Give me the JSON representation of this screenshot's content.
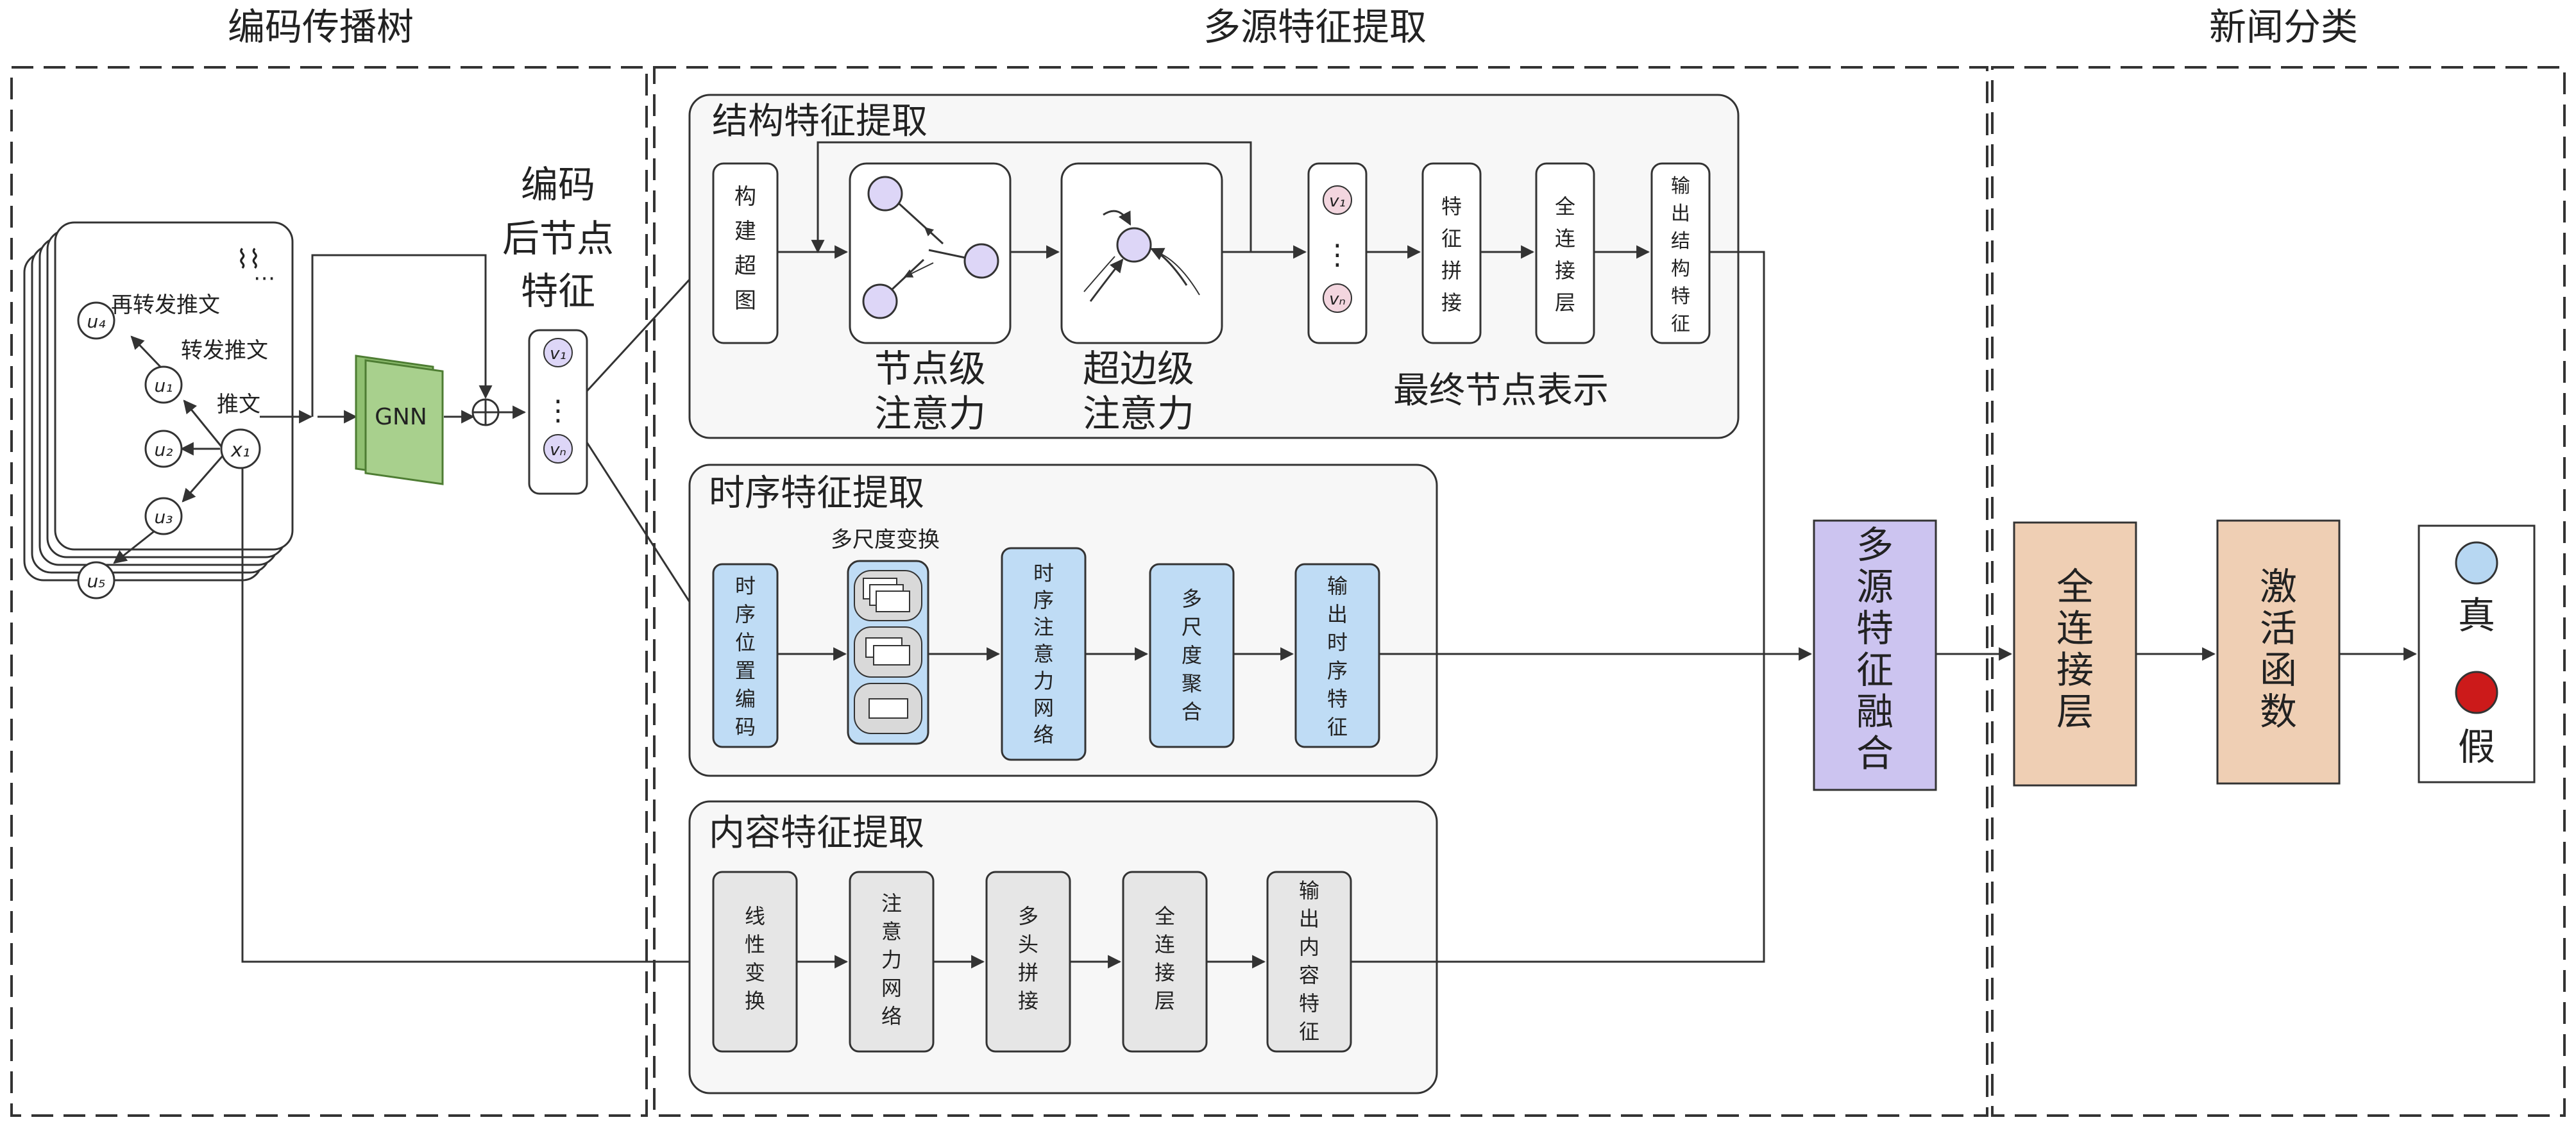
{
  "sections": {
    "encode": "编码传播树",
    "multisource": "多源特征提取",
    "classify": "新闻分类"
  },
  "tree": {
    "nodes": {
      "x1": "x₁",
      "u1": "u₁",
      "u2": "u₂",
      "u3": "u₃",
      "u4": "u₄",
      "u5": "u₅"
    },
    "labels": {
      "tweet": "推文",
      "retweet": "转发推文",
      "reretweet": "再转发推文"
    }
  },
  "gnn_label": "GNN",
  "encoded_features_label": [
    "编码",
    "后节点",
    "特征"
  ],
  "node_vector": {
    "v1": "v₁",
    "vn": "vₙ",
    "dots": "⋮"
  },
  "structural": {
    "title": "结构特征提取",
    "build_hypergraph": [
      "构",
      "建",
      "超",
      "图"
    ],
    "node_attention": [
      "节点级",
      "注意力"
    ],
    "hyperedge_attention": [
      "超边级",
      "注意力"
    ],
    "final_nodes_label": "最终节点表示",
    "concat": [
      "特",
      "征",
      "拼",
      "接"
    ],
    "fc": [
      "全",
      "连",
      "接",
      "层"
    ],
    "output": [
      "输",
      "出",
      "结",
      "构",
      "特",
      "征"
    ]
  },
  "temporal": {
    "title": "时序特征提取",
    "position_encoding": [
      "时",
      "序",
      "位",
      "置",
      "编",
      "码"
    ],
    "multiscale_label": "多尺度变换",
    "attention_net": [
      "时",
      "序",
      "注",
      "意",
      "力",
      "网",
      "络"
    ],
    "aggregation": [
      "多",
      "尺",
      "度",
      "聚",
      "合"
    ],
    "output": [
      "输",
      "出",
      "时",
      "序",
      "特",
      "征"
    ]
  },
  "content": {
    "title": "内容特征提取",
    "linear": [
      "线",
      "性",
      "变",
      "换"
    ],
    "attention_net": [
      "注",
      "意",
      "力",
      "网",
      "络"
    ],
    "multihead": [
      "多",
      "头",
      "拼",
      "接"
    ],
    "fc": [
      "全",
      "连",
      "接",
      "层"
    ],
    "output": [
      "输",
      "出",
      "内",
      "容",
      "特",
      "征"
    ]
  },
  "fusion": [
    "多",
    "源",
    "特",
    "征",
    "融",
    "合"
  ],
  "classifier": {
    "fc": [
      "全",
      "连",
      "接",
      "层"
    ],
    "activation": [
      "激",
      "活",
      "函",
      "数"
    ],
    "true_label": "真",
    "false_label": "假"
  },
  "colors": {
    "blue_box": "#bfdcf5",
    "gray_box": "#e6e6e6",
    "purple_box": "#ccc4f0",
    "orange_box": "#efcfb4",
    "gnn_green": "#a8d08d",
    "node_purple": "#ddd6f7",
    "node_pink": "#f3d6df",
    "true_dot": "#b7d7f2",
    "false_dot": "#cc1a1a"
  }
}
